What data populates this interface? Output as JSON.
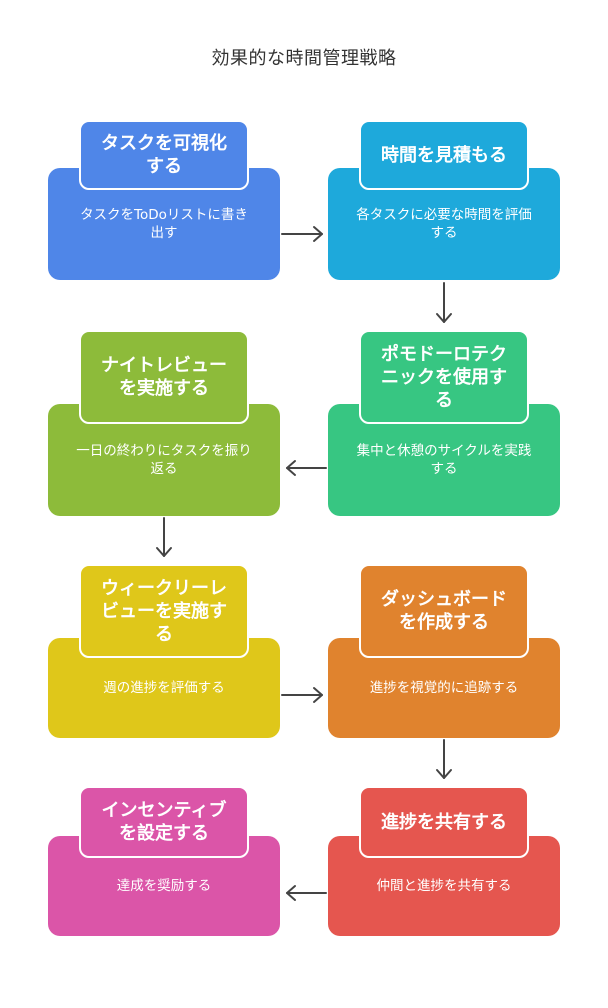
{
  "title": "効果的な時間管理戦略",
  "steps": [
    {
      "id": "s1",
      "title": "タスクを可視化する",
      "desc": "タスクをToDoリストに書き出す",
      "color": "#4F86E8"
    },
    {
      "id": "s2",
      "title": "時間を見積もる",
      "desc": "各タスクに必要な時間を評価する",
      "color": "#1EA9DB"
    },
    {
      "id": "s3",
      "title": "ポモドーロテクニックを使用する",
      "desc": "集中と休憩のサイクルを実践する",
      "color": "#37C682"
    },
    {
      "id": "s4",
      "title": "ナイトレビューを実施する",
      "desc": "一日の終わりにタスクを振り返る",
      "color": "#8DBB3A"
    },
    {
      "id": "s5",
      "title": "ウィークリーレビューを実施する",
      "desc": "週の進捗を評価する",
      "color": "#DFC71A"
    },
    {
      "id": "s6",
      "title": "ダッシュボードを作成する",
      "desc": "進捗を視覚的に追跡する",
      "color": "#E0832E"
    },
    {
      "id": "s7",
      "title": "進捗を共有する",
      "desc": "仲間と進捗を共有する",
      "color": "#E5564F"
    },
    {
      "id": "s8",
      "title": "インセンティブを設定する",
      "desc": "達成を奨励する",
      "color": "#DB55A8"
    }
  ]
}
